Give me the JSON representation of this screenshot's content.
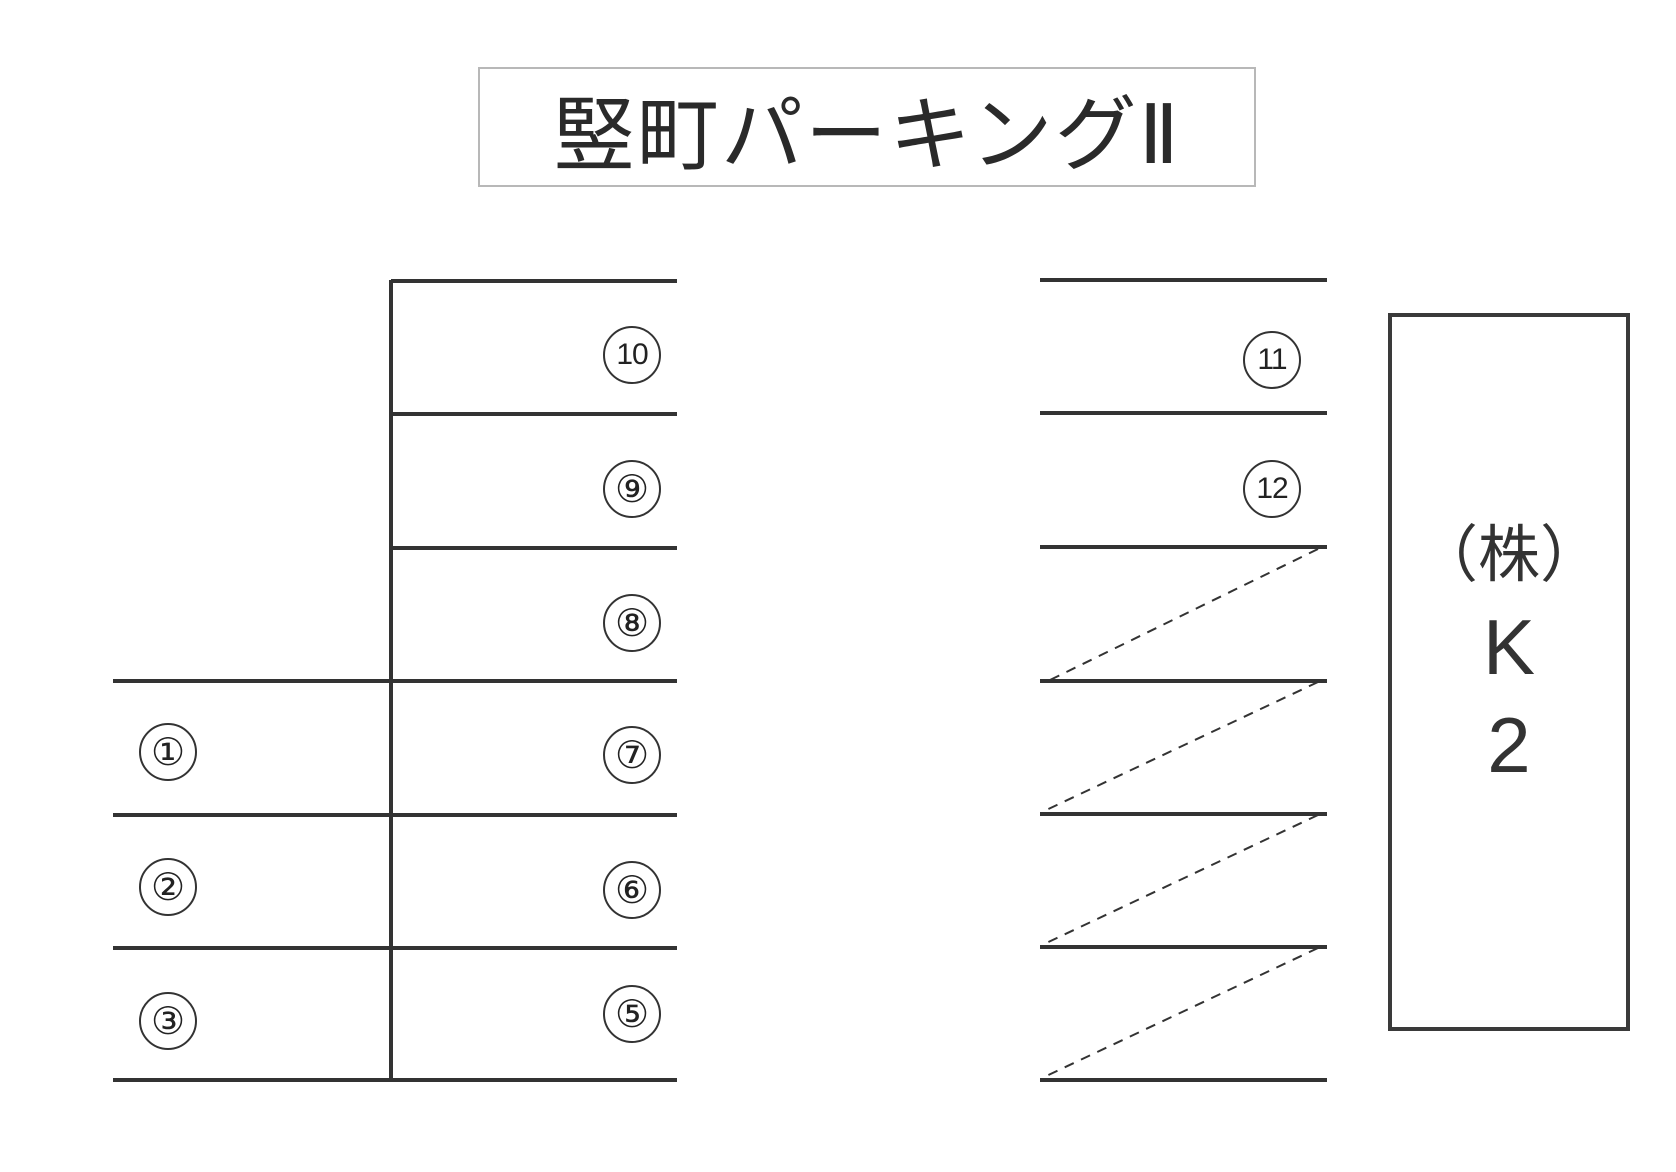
{
  "title": "竪町パーキングⅡ",
  "spaces": [
    {
      "id": "1",
      "label": "①"
    },
    {
      "id": "2",
      "label": "②"
    },
    {
      "id": "3",
      "label": "③"
    },
    {
      "id": "5",
      "label": "⑤"
    },
    {
      "id": "6",
      "label": "⑥"
    },
    {
      "id": "7",
      "label": "⑦"
    },
    {
      "id": "8",
      "label": "⑧"
    },
    {
      "id": "9",
      "label": "⑨"
    },
    {
      "id": "10",
      "label": "10"
    },
    {
      "id": "11",
      "label": "11"
    },
    {
      "id": "12",
      "label": "12"
    }
  ],
  "building": {
    "line1": "（株）",
    "line2": "K",
    "line3": "2"
  }
}
